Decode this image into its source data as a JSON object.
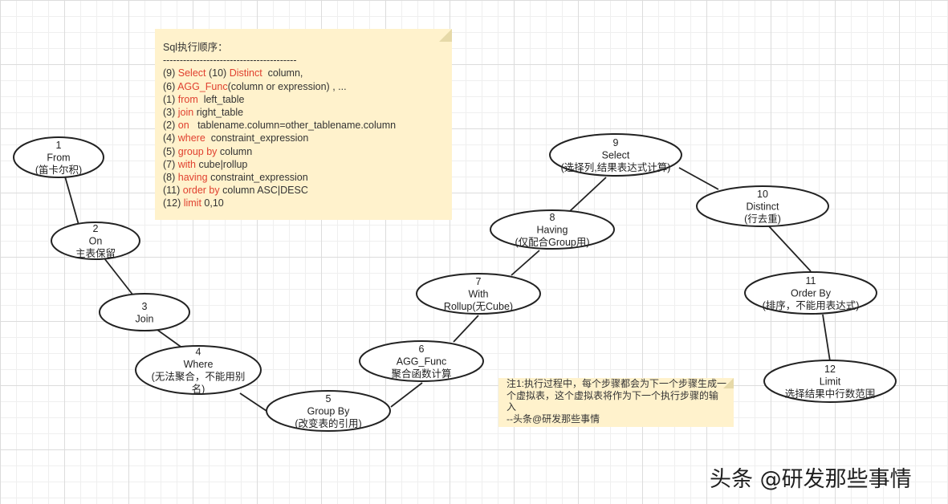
{
  "sql_note": {
    "title": "Sql执行顺序：",
    "separator": "----------------------------------------",
    "lines": [
      [
        {
          "t": "(9) "
        },
        {
          "t": "Select",
          "kw": true
        },
        {
          "t": " (10) "
        },
        {
          "t": "Distinct",
          "kw": true
        },
        {
          "t": "  column,"
        }
      ],
      [
        {
          "t": "(6) "
        },
        {
          "t": "AGG_Func",
          "kw": true
        },
        {
          "t": "(column or expression) , ..."
        }
      ],
      [
        {
          "t": "(1) "
        },
        {
          "t": "from",
          "kw": true
        },
        {
          "t": "  left_table"
        }
      ],
      [
        {
          "t": "(3) "
        },
        {
          "t": "join",
          "kw": true
        },
        {
          "t": " right_table"
        }
      ],
      [
        {
          "t": "(2) "
        },
        {
          "t": "on",
          "kw": true
        },
        {
          "t": "   tablename.column=other_tablename.column"
        }
      ],
      [
        {
          "t": "(4) "
        },
        {
          "t": "where",
          "kw": true
        },
        {
          "t": "  constraint_expression"
        }
      ],
      [
        {
          "t": "(5) "
        },
        {
          "t": "group by",
          "kw": true
        },
        {
          "t": " column"
        }
      ],
      [
        {
          "t": "(7) "
        },
        {
          "t": "with",
          "kw": true
        },
        {
          "t": " cube|rollup"
        }
      ],
      [
        {
          "t": "(8) "
        },
        {
          "t": "having",
          "kw": true
        },
        {
          "t": " constraint_expression"
        }
      ],
      [
        {
          "t": "(11) "
        },
        {
          "t": "order by",
          "kw": true
        },
        {
          "t": " column ASC|DESC"
        }
      ],
      [
        {
          "t": "(12) "
        },
        {
          "t": "limit",
          "kw": true
        },
        {
          "t": " 0,10"
        }
      ]
    ]
  },
  "tip_note": {
    "text": "注1:执行过程中，每个步骤都会为下一个步骤生成一个虚拟表，这个虚拟表将作为下一个执行步骤的输入",
    "signature": "--头条@研发那些事情"
  },
  "nodes": [
    {
      "id": "1",
      "lines": [
        "1",
        "From",
        "(笛卡尔积)"
      ]
    },
    {
      "id": "2",
      "lines": [
        "2",
        "On",
        "主表保留"
      ]
    },
    {
      "id": "3",
      "lines": [
        "3",
        "Join"
      ]
    },
    {
      "id": "4",
      "lines": [
        "4",
        "Where",
        "(无法聚合，不能用别",
        "名)"
      ]
    },
    {
      "id": "5",
      "lines": [
        "5",
        "Group By",
        "(改变表的引用)"
      ]
    },
    {
      "id": "6",
      "lines": [
        "6",
        "AGG_Func",
        "聚合函数计算"
      ]
    },
    {
      "id": "7",
      "lines": [
        "7",
        "With",
        "Rollup(无Cube)"
      ]
    },
    {
      "id": "8",
      "lines": [
        "8",
        "Having",
        "(仅配合Group用)"
      ]
    },
    {
      "id": "9",
      "lines": [
        "9",
        "Select",
        "(选择列,结果表达式计算)"
      ]
    },
    {
      "id": "10",
      "lines": [
        "10",
        "Distinct",
        "(行去重)"
      ]
    },
    {
      "id": "11",
      "lines": [
        "11",
        "Order By",
        "(排序，不能用表达式)"
      ]
    },
    {
      "id": "12",
      "lines": [
        "12",
        "Limit",
        "选择结果中行数范围"
      ]
    }
  ],
  "edges": [
    {
      "from": "1",
      "to": "2"
    },
    {
      "from": "2",
      "to": "3"
    },
    {
      "from": "3",
      "to": "4"
    },
    {
      "from": "4",
      "to": "5"
    },
    {
      "from": "5",
      "to": "6"
    },
    {
      "from": "6",
      "to": "7"
    },
    {
      "from": "7",
      "to": "8"
    },
    {
      "from": "8",
      "to": "9"
    },
    {
      "from": "9",
      "to": "10"
    },
    {
      "from": "10",
      "to": "11"
    },
    {
      "from": "11",
      "to": "12"
    }
  ],
  "watermark": "头条 @研发那些事情",
  "colors": {
    "node_fill": "#ffffff",
    "node_stroke": "#222222",
    "edge": "#222222",
    "note_fill": "#fff2cc",
    "keyword": "#e0402f"
  }
}
